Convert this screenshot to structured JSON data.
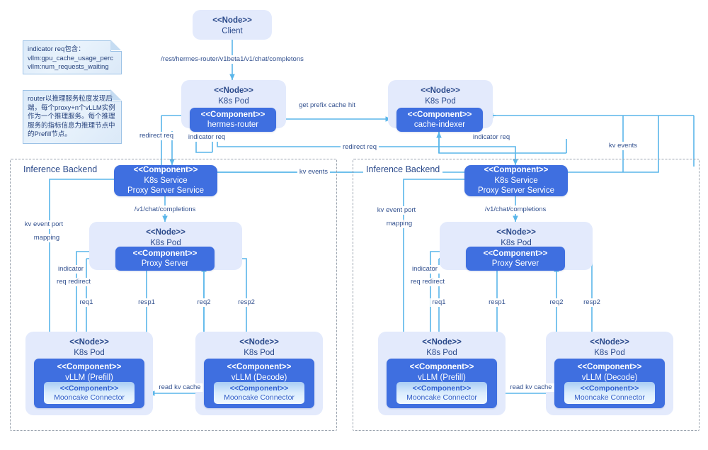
{
  "diagram": {
    "title": "vLLM disaggregated inference routing architecture",
    "colors": {
      "component": "#3f6fe0",
      "node_panel": "#e3eafc",
      "wire": "#5ab6ea",
      "frame_dash": "#9aa3ae",
      "text_blue": "#2b4a8b",
      "note_border": "#9cc2e6"
    },
    "stereotypes": {
      "node": "<<Node>>",
      "component": "<<Component>>"
    }
  },
  "notes": [
    {
      "id": "note-indicator",
      "text": "indicator req包含：\nvllm:gpu_cache_usage_perc\nvllm:num_requests_waiting"
    },
    {
      "id": "note-router",
      "text": "router以推理服务粒度发现后端，每个proxy+n个vLLM实例作为一个推理服务。每个推理服务的指标信息为推理节点中的Prefill节点。"
    }
  ],
  "nodes": {
    "client": {
      "stereotype": "<<Node>>",
      "label": "Client"
    },
    "router_pod": {
      "stereotype": "<<Node>>",
      "label": "K8s Pod"
    },
    "indexer_pod": {
      "stereotype": "<<Node>>",
      "label": "K8s Pod"
    },
    "proxy_pod_l": {
      "stereotype": "<<Node>>",
      "label": "K8s Pod"
    },
    "proxy_pod_r": {
      "stereotype": "<<Node>>",
      "label": "K8s Pod"
    },
    "prefill_pod_l": {
      "stereotype": "<<Node>>",
      "label": "K8s Pod"
    },
    "decode_pod_l": {
      "stereotype": "<<Node>>",
      "label": "K8s Pod"
    },
    "prefill_pod_r": {
      "stereotype": "<<Node>>",
      "label": "K8s Pod"
    },
    "decode_pod_r": {
      "stereotype": "<<Node>>",
      "label": "K8s Pod"
    }
  },
  "components": {
    "hermes_router": {
      "stereotype": "<<Component>>",
      "label": "hermes-router"
    },
    "cache_indexer": {
      "stereotype": "<<Component>>",
      "label": "cache-indexer"
    },
    "k8s_service_l": {
      "stereotype": "<<Component>>",
      "line1": "K8s Service",
      "line2": "Proxy Server Service"
    },
    "k8s_service_r": {
      "stereotype": "<<Component>>",
      "line1": "K8s Service",
      "line2": "Proxy Server Service"
    },
    "proxy_server_l": {
      "stereotype": "<<Component>>",
      "label": "Proxy Server"
    },
    "proxy_server_r": {
      "stereotype": "<<Component>>",
      "label": "Proxy Server"
    },
    "vllm_prefill_l": {
      "stereotype": "<<Component>>",
      "label": "vLLM (Prefill)"
    },
    "vllm_decode_l": {
      "stereotype": "<<Component>>",
      "label": "vLLM (Decode)"
    },
    "vllm_prefill_r": {
      "stereotype": "<<Component>>",
      "label": "vLLM (Prefill)"
    },
    "vllm_decode_r": {
      "stereotype": "<<Component>>",
      "label": "vLLM (Decode)"
    },
    "mooncake_pl": {
      "stereotype": "<<Component>>",
      "label": "Mooncake Connector"
    },
    "mooncake_dl": {
      "stereotype": "<<Component>>",
      "label": "Mooncake Connector"
    },
    "mooncake_pr": {
      "stereotype": "<<Component>>",
      "label": "Mooncake Connector"
    },
    "mooncake_dr": {
      "stereotype": "<<Component>>",
      "label": "Mooncake Connector"
    }
  },
  "frames": [
    {
      "id": "backend-left",
      "title": "Inference Backend"
    },
    {
      "id": "backend-right",
      "title": "Inference Backend"
    }
  ],
  "edges": {
    "client_to_router": "/rest/hermes-router/v1beta1/v1/chat/completons",
    "prefix_cache_hit": "get prefix cache hit",
    "redirect_req_left": "redirect req",
    "indicator_req_left": "indicator req",
    "redirect_req_mid": "redirect req",
    "indicator_req_right": "indicator req",
    "kv_events_mid": "kv events",
    "kv_events_right": "kv events",
    "chat_completions_l": "/v1/chat/completions",
    "chat_completions_r": "/v1/chat/completions",
    "kv_event_port_l1": "kv event port",
    "kv_event_port_l2": "mapping",
    "indicator_l1": "indicator",
    "indicator_l2": "req redirect",
    "kv_event_port_r1": "kv event port",
    "kv_event_port_r2": "mapping",
    "indicator_r1": "indicator",
    "indicator_r2": "req redirect",
    "req1_l": "req1",
    "resp1_l": "resp1",
    "req2_l": "req2",
    "resp2_l": "resp2",
    "req1_r": "req1",
    "resp1_r": "resp1",
    "req2_r": "req2",
    "resp2_r": "resp2",
    "read_kv_cache_l": "read kv cache",
    "read_kv_cache_r": "read kv cache"
  }
}
